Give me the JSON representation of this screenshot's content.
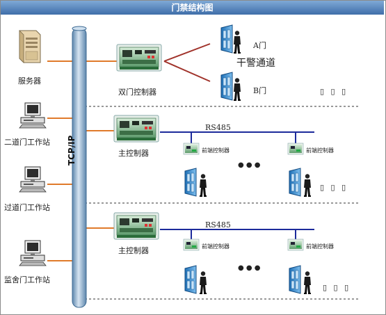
{
  "title": "门禁结构图",
  "backbone_label": "TCP/IP",
  "workstations": {
    "server": "服务器",
    "ws2": "二道门工作站",
    "ws_pass": "过道门工作站",
    "ws_jail": "监舍门工作站"
  },
  "top_section": {
    "controller": "双门控制器",
    "door_a": "A门",
    "door_b": "B门",
    "channel": "干警通道",
    "marks": "▯ ▯ ▯"
  },
  "section_2": {
    "controller": "主控制器",
    "bus": "RS485",
    "front_left": "前端控制器",
    "front_right": "前端控制器",
    "ellipsis": "● ● ●",
    "marks": "▯ ▯ ▯"
  },
  "section_3": {
    "controller": "主控制器",
    "bus": "RS485",
    "front_left": "前端控制器",
    "front_right": "前端控制器",
    "ellipsis": "● ● ●",
    "marks": "▯ ▯ ▯"
  },
  "colors": {
    "bus_blue": "#1c2a9b",
    "link_orange": "#e07a2a",
    "v_link_red": "#a0322a",
    "backbone": "#7fa3c4",
    "title_bar": "#4a78b0"
  },
  "icons": {
    "server": "server-tower-icon",
    "workstation": "desktop-computer-icon",
    "controller": "circuit-board-icon",
    "door": "blue-door-icon",
    "person": "guard-person-icon"
  }
}
